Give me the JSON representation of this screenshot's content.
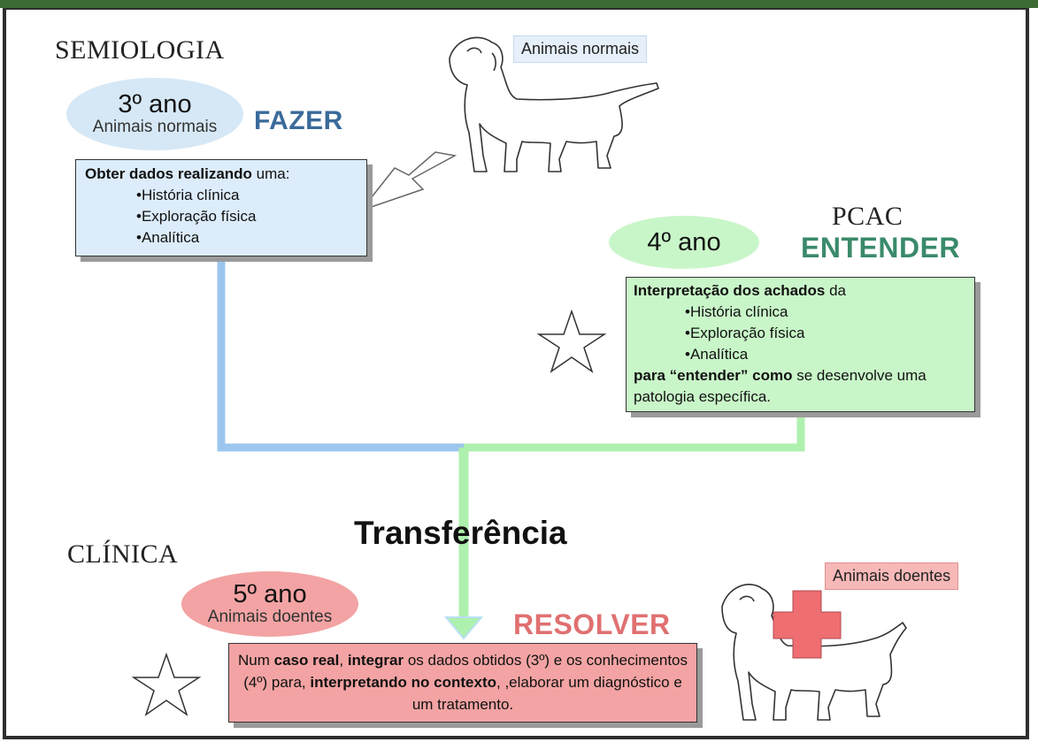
{
  "semiologia": {
    "heading": "SEMIOLOGIA",
    "year": "3º ano",
    "year_sub": "Animais normais",
    "action": "FAZER",
    "tag": "Animais normais",
    "box": {
      "lead_bold": "Obter dados realizando",
      "lead_rest": " uma:",
      "items": [
        "•História clínica",
        "•Exploração física",
        "•Analítica"
      ]
    }
  },
  "pcac": {
    "heading": "PCAC",
    "year": "4º ano",
    "action": "ENTENDER",
    "box": {
      "lead_bold": "Interpretação dos achados",
      "lead_rest": " da",
      "items": [
        "•História clínica",
        "•Exploração física",
        "•Analítica"
      ],
      "tail_bold": "para “entender” como",
      "tail_rest": " se desenvolve uma patologia específica."
    }
  },
  "transfer": {
    "label": "Transferência"
  },
  "clinica": {
    "heading": "CLÍNICA",
    "year": "5º ano",
    "year_sub": "Animais doentes",
    "action": "RESOLVER",
    "tag": "Animais doentes",
    "box": {
      "t1": "Num ",
      "b1": "caso real",
      "t2": ", ",
      "b2": "integrar",
      "t3": " os dados obtidos (3º) e os conhecimentos (4º) para, ",
      "b3": "interpretando no contexto",
      "t4": ", ,elaborar um diagnóstico e um tratamento."
    }
  },
  "colors": {
    "blue_line": "#9cc6ee",
    "green_line": "#aef0ae",
    "blue_box": "#dcecfa",
    "green_box": "#c9f6c9",
    "red_box": "#f3a3a3",
    "fazer": "#3a6a9a",
    "entender": "#3a8a6a",
    "resolver": "#e07070",
    "cross": "#ee6e72"
  }
}
